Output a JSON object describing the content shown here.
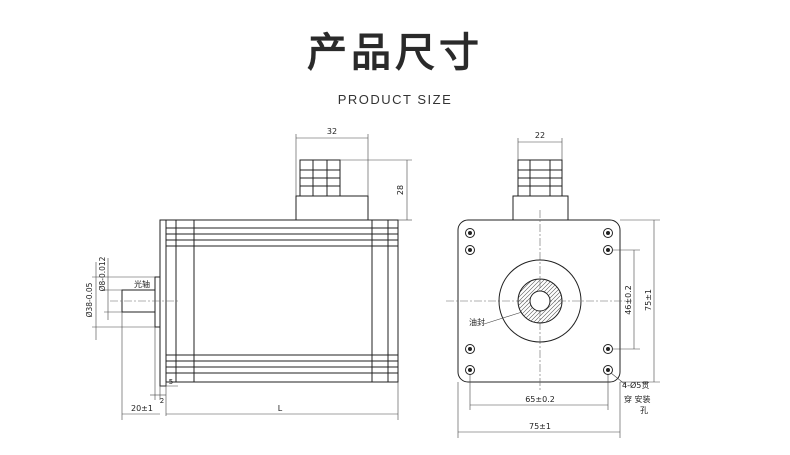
{
  "header": {
    "title": "产品尺寸",
    "subtitle": "PRODUCT SIZE"
  },
  "side_view": {
    "dim_cable_width": "32",
    "dim_cable_height": "28",
    "label_shaft": "光轴",
    "dim_flange_dia": "Ø38-0.05",
    "dim_shaft_dia": "Ø8-0.012",
    "dim_step_5": "5",
    "dim_step_2": "2",
    "dim_shaft_length": "20±1",
    "dim_body_length": "L"
  },
  "front_view": {
    "dim_cable_width": "22",
    "label_oil_seal": "油封",
    "dim_hole_vertical": "46±0.2",
    "dim_body_height": "75±1",
    "dim_hole_horizontal": "65±0.2",
    "dim_body_width": "75±1",
    "hole_note_line1": "4-Ø5贯",
    "hole_note_line2": "穿 安装",
    "hole_note_line3": "孔"
  },
  "colors": {
    "line": "#222222",
    "hatch": "#555555"
  }
}
